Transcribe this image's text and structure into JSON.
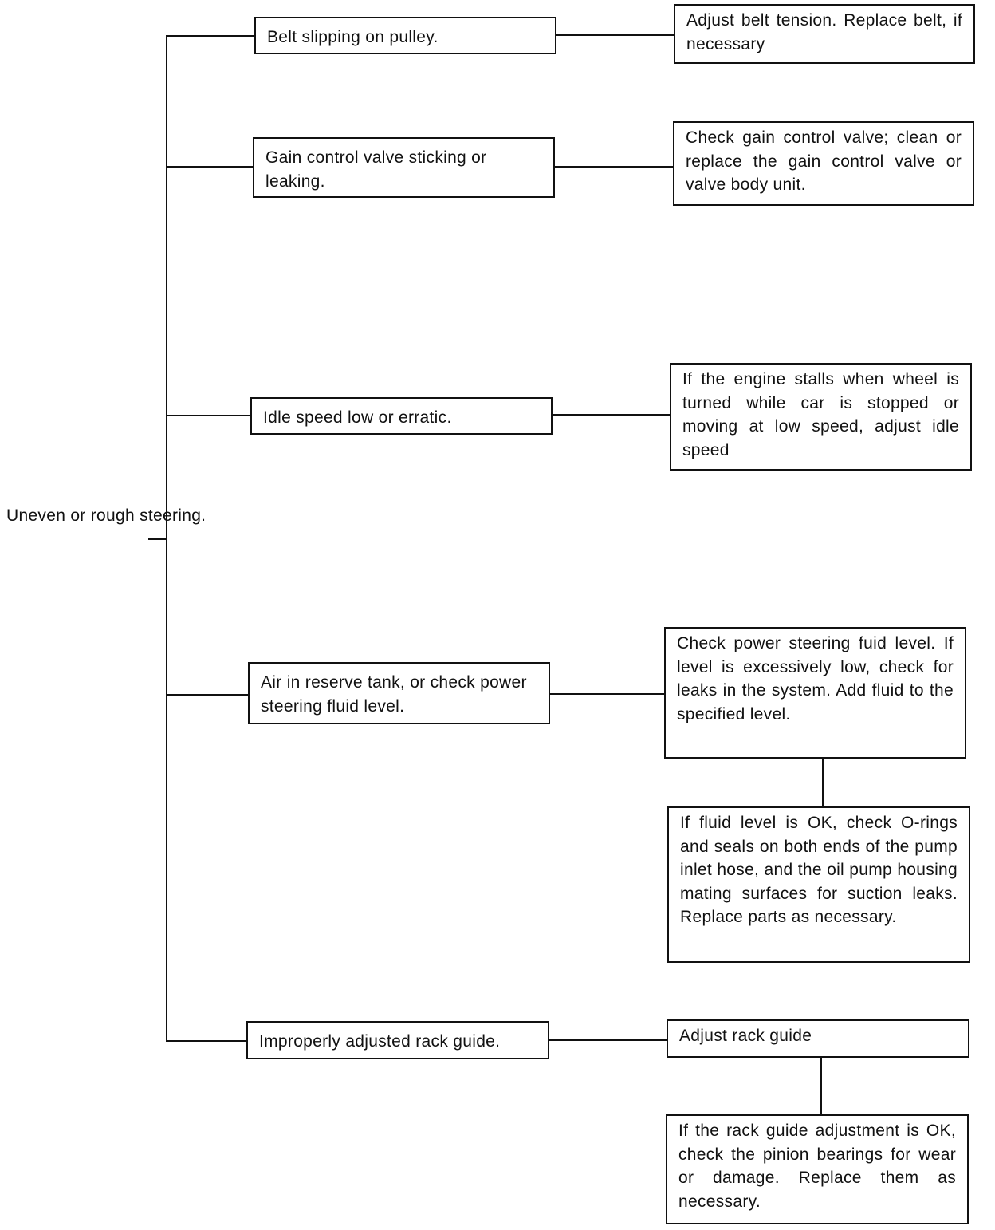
{
  "root": {
    "label": "Uneven or rough steering."
  },
  "branches": [
    {
      "cause": "Belt slipping on pulley.",
      "actions": [
        "Adjust belt tension. Replace belt, if necessary"
      ]
    },
    {
      "cause": "Gain control valve sticking or leaking.",
      "actions": [
        "Check gain control valve; clean or replace the gain control valve or valve body unit."
      ]
    },
    {
      "cause": "Idle speed low or erratic.",
      "actions": [
        "If the engine stalls when wheel is turned while car is stopped or moving at low speed, adjust idle speed"
      ]
    },
    {
      "cause": "Air in reserve tank, or check power steering fluid level.",
      "actions": [
        "Check power steering fuid level. If level is excessively low, check for leaks in the system. Add fluid to the specified level.",
        "If fluid level is OK, check O-rings and seals on both ends of the pump inlet hose, and the oil pump housing mating surfaces for suction leaks. Replace parts as necessary."
      ]
    },
    {
      "cause": "Improperly adjusted rack guide.",
      "actions": [
        "Adjust rack guide",
        "If the rack guide adjustment is OK, check the pinion bearings for wear or damage. Replace them as necessary."
      ]
    }
  ]
}
